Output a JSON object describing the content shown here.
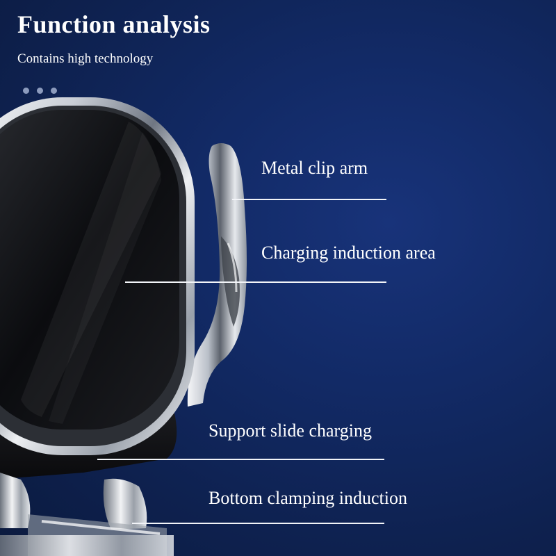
{
  "header": {
    "title": "Function analysis",
    "subtitle": "Contains high technology"
  },
  "callouts": [
    {
      "label": "Metal clip arm"
    },
    {
      "label": "Charging induction area"
    },
    {
      "label": "Support slide charging"
    },
    {
      "label": "Bottom clamping induction"
    }
  ],
  "colors": {
    "background": "#122a66",
    "text": "#ffffff",
    "chrome": "#d9dde3",
    "glass": "#0a0b0e"
  }
}
